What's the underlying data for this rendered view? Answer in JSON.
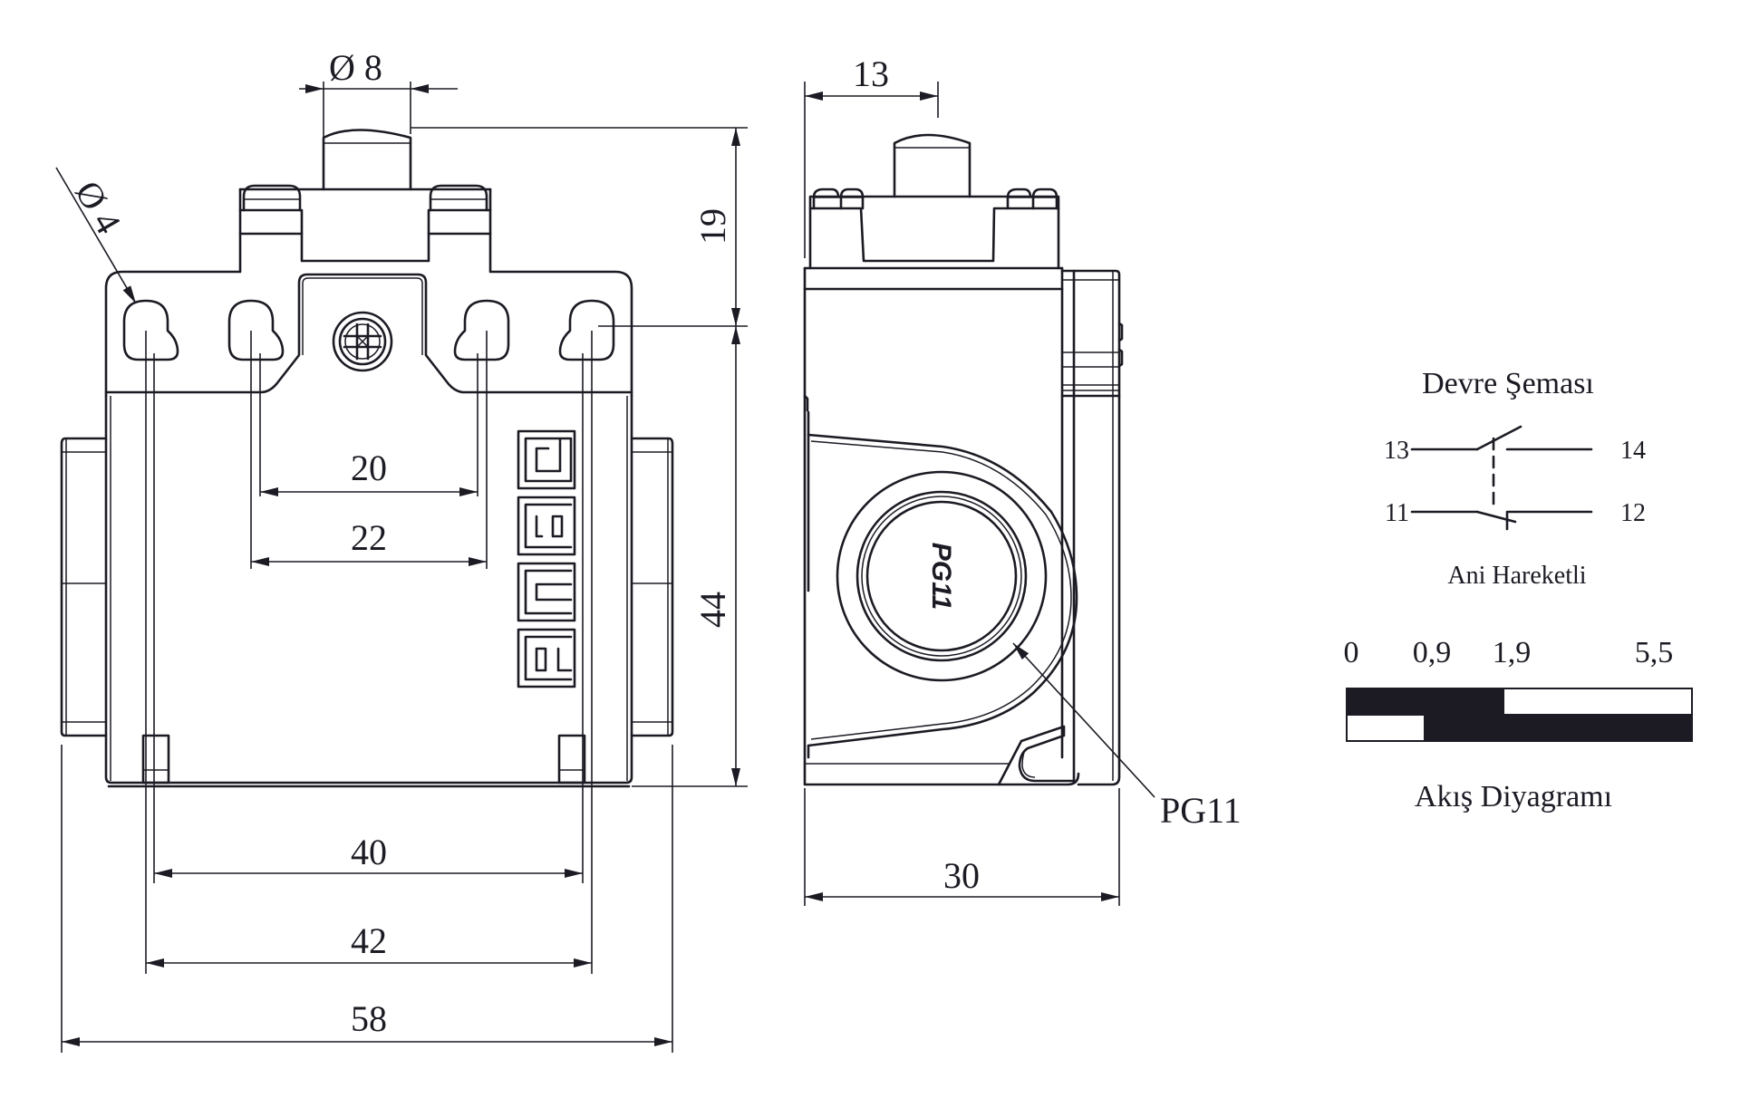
{
  "drawing": {
    "front_view": {
      "dimensions": {
        "plunger_diameter": "Ø 8",
        "hole_diameter": "Ø 4",
        "inner_hole_spacing_20": "20",
        "inner_hole_spacing_22": "22",
        "outer_hole_spacing_40": "40",
        "outer_hole_spacing_42": "42",
        "overall_width": "58",
        "plunger_height": "19",
        "body_height": "44"
      },
      "logo_letters": [
        "S",
        "E",
        "E",
        "M"
      ]
    },
    "side_view": {
      "dimensions": {
        "plunger_offset": "13",
        "depth": "30"
      },
      "gland_marking": "PG11",
      "gland_callout": "PG11"
    },
    "circuit": {
      "title": "Devre Şeması",
      "terminals": {
        "no_in": "13",
        "no_out": "14",
        "nc_in": "11",
        "nc_out": "12"
      },
      "subtitle": "Ani Hareketli"
    },
    "flow_diagram": {
      "title": "Akış Diyagramı",
      "scale_labels": [
        "0",
        "0,9",
        "1,9",
        "5,5"
      ],
      "travel_points_mm": [
        0,
        0.9,
        1.9,
        5.5
      ],
      "rows": [
        {
          "contact": "NO 13-14",
          "closed_from_mm": 0,
          "closed_to_mm": 1.9
        },
        {
          "contact": "NC 11-12",
          "closed_from_mm": 0.9,
          "closed_to_mm": 5.5
        }
      ]
    }
  }
}
